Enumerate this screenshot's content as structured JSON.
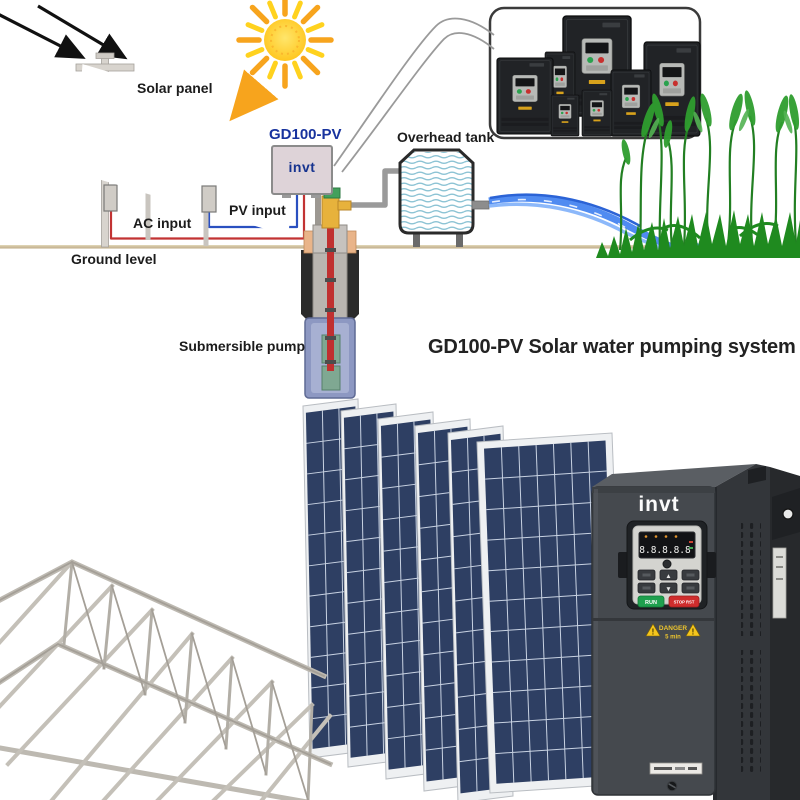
{
  "title": {
    "text": "GD100-PV Solar water pumping system"
  },
  "labels": {
    "solar_panel": "Solar panel",
    "ac_input": "AC input",
    "pv_input": "PV input",
    "ground_level": "Ground level",
    "controller_model": "GD100-PV",
    "overhead_tank": "Overhead tank",
    "submersible_pump": "Submersible pump"
  },
  "controller": {
    "brand": "invt"
  },
  "inverter": {
    "brand": "invt",
    "display_value": "8.8.8.8.8",
    "keypad": {
      "up": "▲",
      "down": "▼",
      "run": "RUN",
      "stop": "STOP RST"
    },
    "danger": {
      "label": "DANGER",
      "duration": "5 min"
    }
  },
  "product_family": {
    "units_count": 7
  },
  "colors": {
    "label_blue": "#18339e",
    "wire_red": "#c23333",
    "wire_blue": "#2a50c0",
    "sun_orange": "#f7a41d",
    "sun_yellow": "#ffd21e",
    "water_blue": "#4a8cf5",
    "reed_green": "#1f8a1f",
    "ground_tan": "#c9b896",
    "panel_blue": "#2e3f63",
    "inverter_gray": "#45494e"
  }
}
